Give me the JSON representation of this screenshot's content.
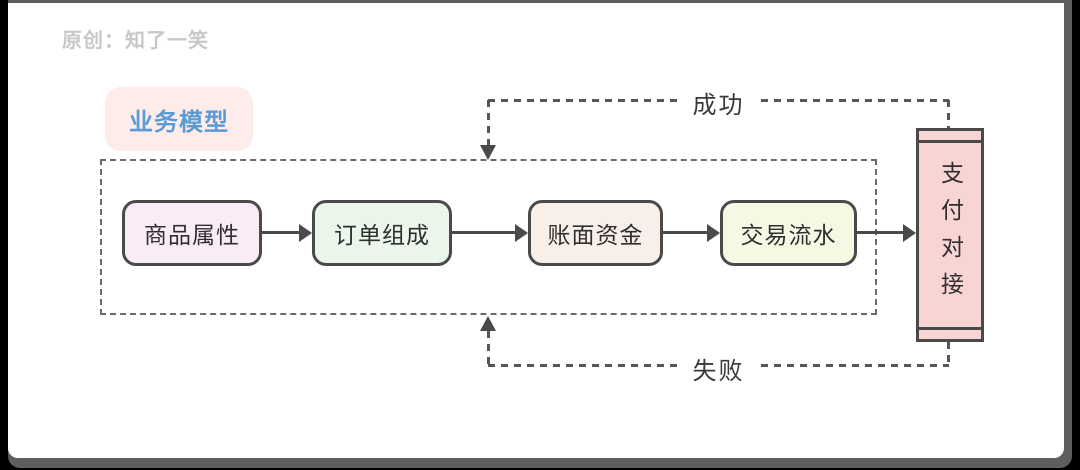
{
  "header": {
    "author_credit": "原创：知了一笑"
  },
  "diagram": {
    "title_label": "业务模型",
    "flow_nodes": [
      {
        "label": "商品属性"
      },
      {
        "label": "订单组成"
      },
      {
        "label": "账面资金"
      },
      {
        "label": "交易流水"
      }
    ],
    "target_node": {
      "label": "支付对接"
    },
    "success_label": "成功",
    "fail_label": "失败",
    "colors": {
      "node_product_bg": "#f9ecf7",
      "node_order_bg": "#e9f6e9",
      "node_funds_bg": "#f9efe9",
      "node_transaction_bg": "#f6f8e3",
      "node_payment_bg": "#f8d5d3",
      "title_pill_bg": "#fdecea",
      "title_text": "#5b9bd5",
      "line": "#4a4a4a",
      "dashed_line": "#565656",
      "author_text": "#c8c8c8"
    }
  }
}
